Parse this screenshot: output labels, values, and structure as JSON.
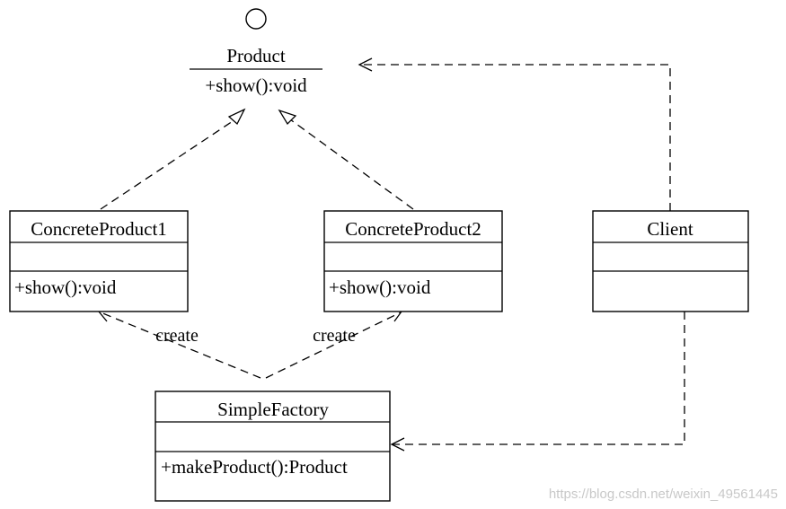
{
  "interface": {
    "name": "Product",
    "operation": "+show():void"
  },
  "classes": {
    "concrete_product_1": {
      "name": "ConcreteProduct1",
      "attributes": "",
      "operation": "+show():void"
    },
    "concrete_product_2": {
      "name": "ConcreteProduct2",
      "attributes": "",
      "operation": "+show():void"
    },
    "client": {
      "name": "Client",
      "attributes": "",
      "operation": ""
    },
    "simple_factory": {
      "name": "SimpleFactory",
      "attributes": "",
      "operation": "+makeProduct():Product"
    }
  },
  "edges": {
    "create_label_1": "create",
    "create_label_2": "create"
  },
  "watermark": "https://blog.csdn.net/weixin_49561445"
}
